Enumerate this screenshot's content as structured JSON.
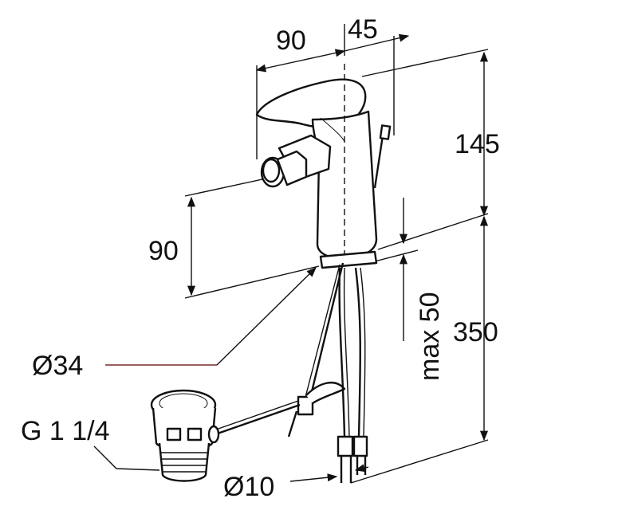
{
  "dimensions": {
    "top_left_width": "90",
    "top_offset": "45",
    "upper_height": "145",
    "spout_height": "90",
    "lower_height": "350",
    "max_stroke": "max 50",
    "base_diameter": "Ø34",
    "drain_thread": "G 1 1/4",
    "hose_diameter": "Ø10"
  },
  "colors": {
    "line": "#111111",
    "leader": "#7a2a2a",
    "background": "#ffffff"
  }
}
